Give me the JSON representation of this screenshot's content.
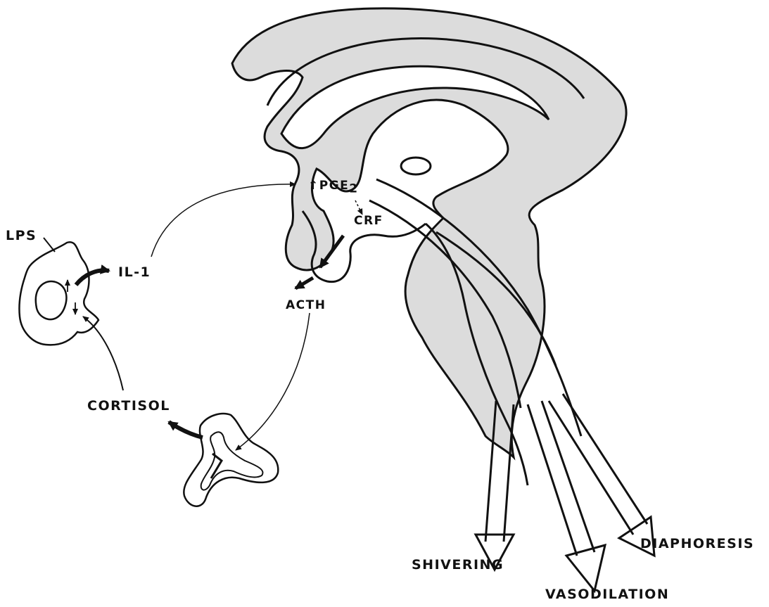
{
  "labels": {
    "lps": "LPS",
    "il1": "IL-1",
    "pge2_arrow": "↑",
    "pge2_main": "PGE",
    "pge2_sub": "2",
    "crf": "CRF",
    "acth": "ACTH",
    "cortisol": "CORTISOL",
    "shivering": "SHIVERING",
    "vasodilation": "VASODILATION",
    "diaphoresis": "DIAPHORESIS"
  },
  "colors": {
    "ink": "#111111",
    "brain_fill": "#dcdcdc",
    "paper": "#ffffff"
  }
}
